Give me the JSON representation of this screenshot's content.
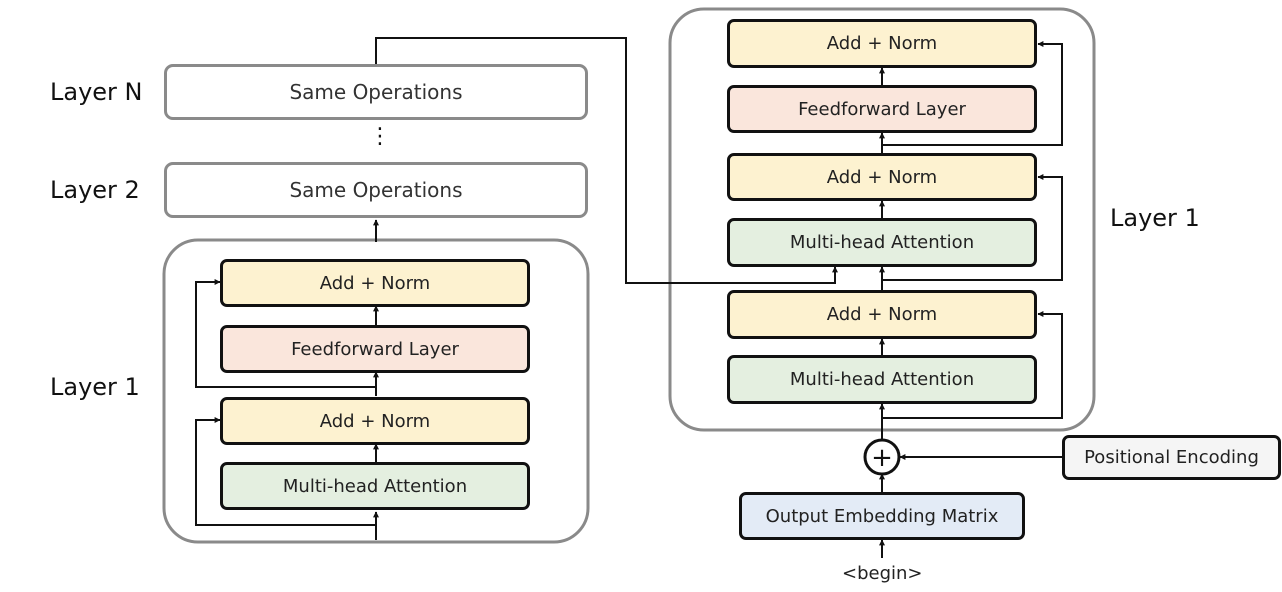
{
  "colors": {
    "add_norm": "#fdf2d0",
    "feedforward": "#fae6dc",
    "attention": "#e4efe0",
    "embedding": "#e3ebf6",
    "positional": "#f5f5f5",
    "group_border": "#8a8a8a",
    "line": "#111111"
  },
  "encoder": {
    "layer_n_label": "Layer N",
    "layer_n_box": "Same Operations",
    "ellipsis": "⋮",
    "layer_2_label": "Layer 2",
    "layer_2_box": "Same Operations",
    "layer_1_label": "Layer 1",
    "layer_1": {
      "add_norm_top": "Add + Norm",
      "feedforward": "Feedforward Layer",
      "add_norm_bottom": "Add + Norm",
      "attention": "Multi-head Attention"
    }
  },
  "decoder": {
    "layer_label": "Layer 1",
    "add_norm_3": "Add + Norm",
    "feedforward": "Feedforward Layer",
    "add_norm_2": "Add + Norm",
    "cross_attention": "Multi-head Attention",
    "add_norm_1": "Add + Norm",
    "self_attention": "Multi-head Attention",
    "plus_symbol": "+",
    "positional_encoding": "Positional Encoding",
    "output_embedding": "Output Embedding Matrix",
    "input_token": "<begin>"
  }
}
